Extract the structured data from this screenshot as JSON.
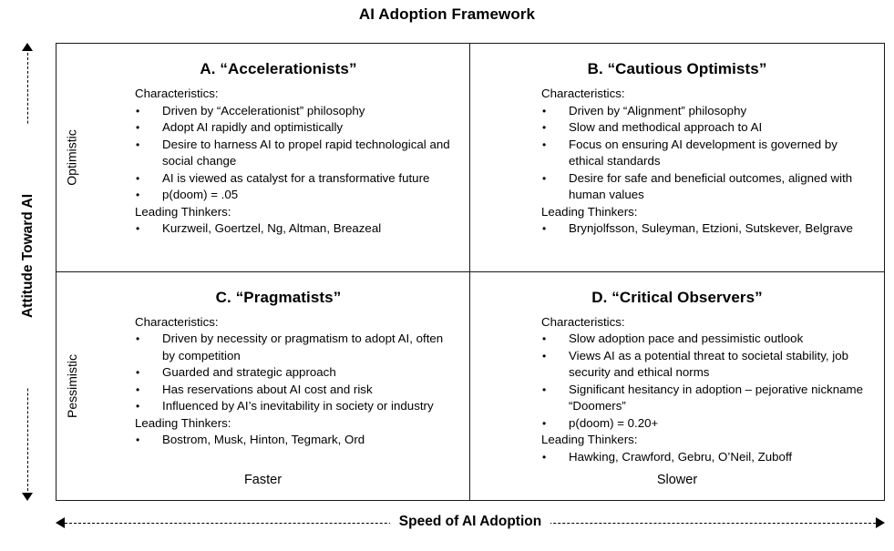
{
  "title": "AI Adoption Framework",
  "axes": {
    "y_label": "Attitude Toward AI",
    "x_label": "Speed of AI Adoption",
    "row_labels": [
      "Optimistic",
      "Pessimistic"
    ],
    "column_footers": [
      "Faster",
      "Slower"
    ]
  },
  "labels": {
    "characteristics": "Characteristics:",
    "leading_thinkers": "Leading Thinkers:"
  },
  "quadrants": [
    {
      "id": "A",
      "title": "A.  “Accelerationists”",
      "characteristics": [
        "Driven by “Accelerationist” philosophy",
        "Adopt AI rapidly and optimistically",
        "Desire to harness AI to propel rapid technological and social change",
        "AI is viewed as catalyst for a transformative future",
        "p(doom) = .05"
      ],
      "thinkers": [
        "Kurzweil, Goertzel, Ng, Altman, Breazeal"
      ]
    },
    {
      "id": "B",
      "title": "B.  “Cautious Optimists”",
      "characteristics": [
        "Driven by “Alignment” philosophy",
        "Slow and methodical approach to AI",
        "Focus on ensuring AI development is governed by ethical standards",
        "Desire for safe and beneficial outcomes, aligned with human values"
      ],
      "thinkers": [
        "Brynjolfsson, Suleyman, Etzioni, Sutskever, Belgrave"
      ]
    },
    {
      "id": "C",
      "title": "C.  “Pragmatists”",
      "characteristics": [
        "Driven by necessity or pragmatism to adopt AI, often by competition",
        "Guarded and strategic approach",
        "Has reservations about AI cost and risk",
        "Influenced by AI’s inevitability in society or industry"
      ],
      "thinkers": [
        "Bostrom, Musk, Hinton, Tegmark, Ord"
      ]
    },
    {
      "id": "D",
      "title": "D.  “Critical Observers”",
      "characteristics": [
        "Slow adoption pace and pessimistic outlook",
        "Views AI as a potential threat to societal stability, job security and ethical norms",
        "Significant hesitancy in adoption – pejorative nickname “Doomers”",
        "p(doom) = 0.20+"
      ],
      "thinkers": [
        "Hawking, Crawford, Gebru, O’Neil, Zuboff"
      ]
    }
  ],
  "colors": {
    "border": "#1a1a1a",
    "text": "#000000",
    "background": "#ffffff"
  }
}
